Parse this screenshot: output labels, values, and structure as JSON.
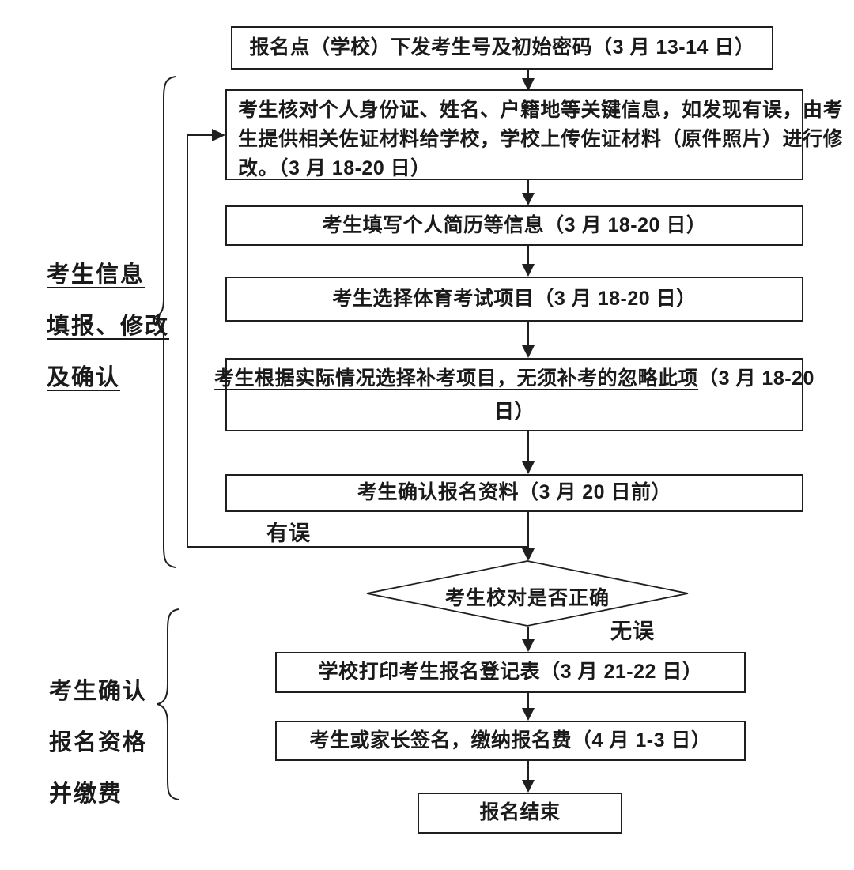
{
  "page": {
    "background": "#ffffff",
    "ink": "#1a1a1a",
    "border_color": "#1f1f1f"
  },
  "nodes": {
    "box1": {
      "text": "报名点（学校）下发考生号及初始密码（3 月 13-14 日）"
    },
    "box2": {
      "line1": "考生核对个人身份证、姓名、户籍地等关键信息，如发现有误，由考",
      "line2": "生提供相关佐证材料给学校，学校上传佐证材料（原件照片）进行修",
      "line3": "改。（3 月 18-20 日）"
    },
    "box3": {
      "text": "考生填写个人简历等信息（3 月 18-20 日）"
    },
    "box4": {
      "text": "考生选择体育考试项目（3 月 18-20 日）"
    },
    "box5": {
      "underlined": "考生根据实际情况选择补考项目，无须补考的忽略此项",
      "line1_rest": "（3 月 18-20",
      "line2": "日）"
    },
    "box6": {
      "text": "考生确认报名资料（3 月 20 日前）"
    },
    "decision": {
      "text": "考生校对是否正确"
    },
    "box7": {
      "text": "学校打印考生报名登记表（3 月 21-22 日）"
    },
    "box8": {
      "text": "考生或家长签名，缴纳报名费（4 月 1-3 日）"
    },
    "box9": {
      "text": "报名结束"
    }
  },
  "edge_labels": {
    "error": "有误",
    "ok": "无误"
  },
  "side_labels": {
    "group1": {
      "line1": "考生信息",
      "line2": "填报、修改",
      "line3": "及确认"
    },
    "group2": {
      "line1": "考生确认",
      "line2": "报名资格",
      "line3": "并缴费"
    }
  }
}
